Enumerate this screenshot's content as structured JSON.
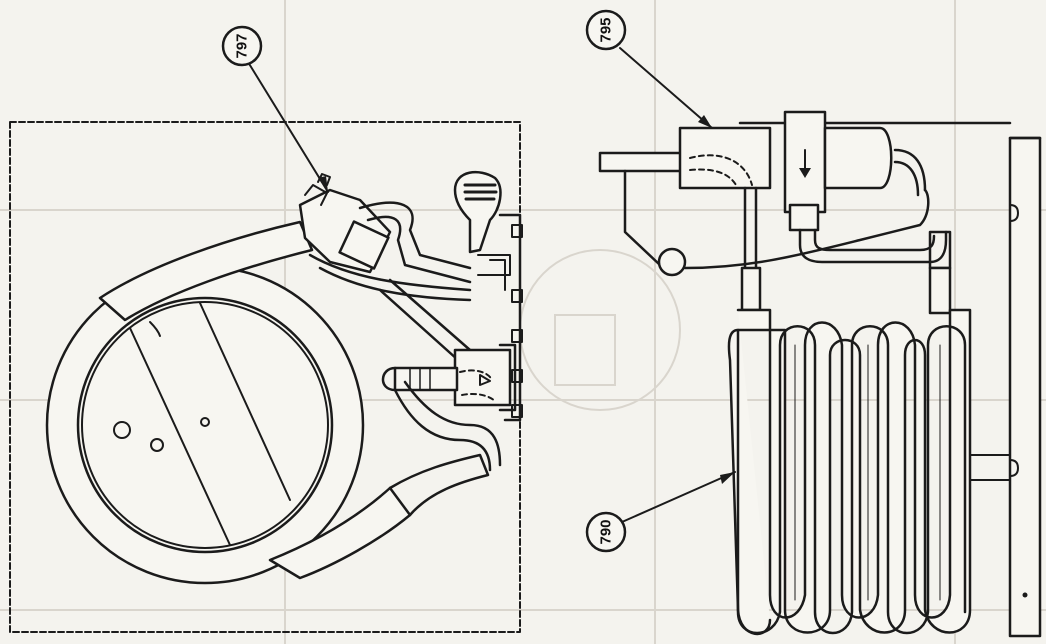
{
  "callouts": [
    {
      "id": "797",
      "label": "797"
    },
    {
      "id": "795",
      "label": "795"
    },
    {
      "id": "790",
      "label": "790"
    }
  ]
}
